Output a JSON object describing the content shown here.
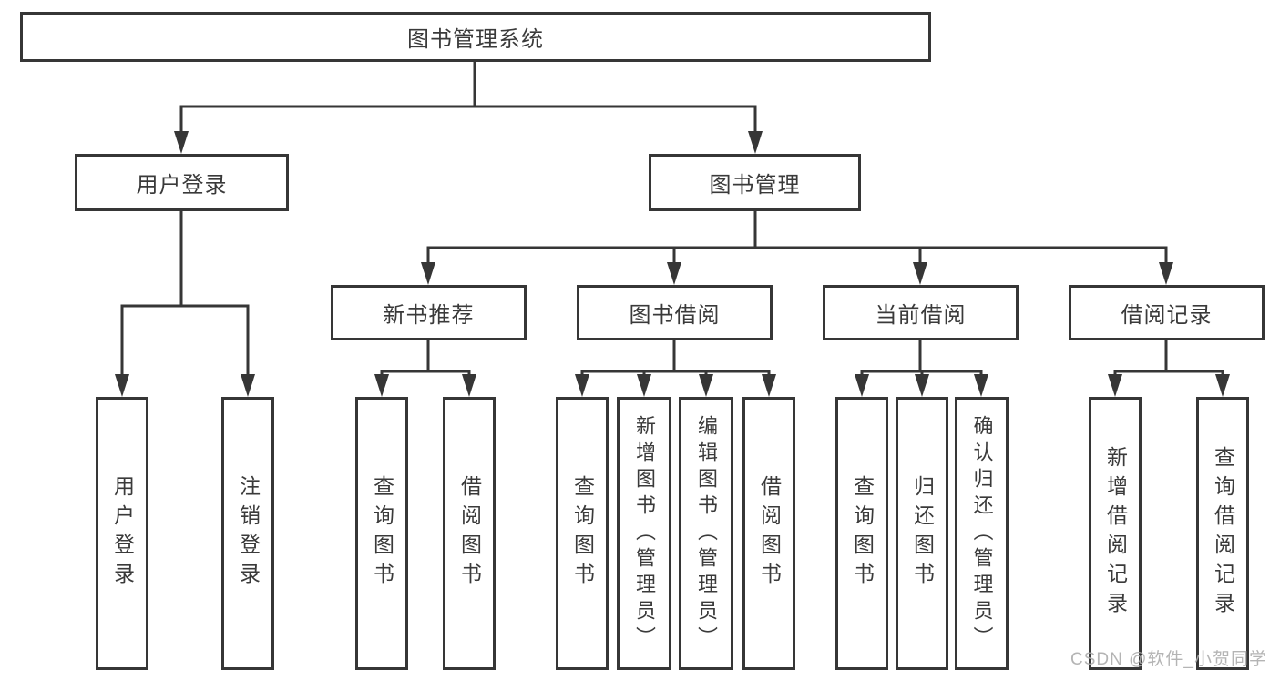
{
  "diagram": {
    "title": "图书管理系统",
    "level2": {
      "user_login": "用户登录",
      "book_mgmt": "图书管理"
    },
    "level3": {
      "new_books": "新书推荐",
      "book_borrow": "图书借阅",
      "current_borrow": "当前借阅",
      "borrow_records": "借阅记录"
    },
    "leaves": {
      "user_login": [
        "用户登录",
        "注销登录"
      ],
      "new_books": [
        "查询图书",
        "借阅图书"
      ],
      "book_borrow": [
        "查询图书",
        "新增图书（管理员）",
        "编辑图书（管理员）",
        "借阅图书"
      ],
      "current_borrow": [
        "查询图书",
        "归还图书",
        "确认归还（管理员）"
      ],
      "borrow_records": [
        "新增借阅记录",
        "查询借阅记录"
      ]
    }
  },
  "watermark": "CSDN @软件_小贺同学",
  "colors": {
    "line": "#363636",
    "text": "#3a3a3a",
    "watermark": "#acacac",
    "background": "#ffffff"
  }
}
